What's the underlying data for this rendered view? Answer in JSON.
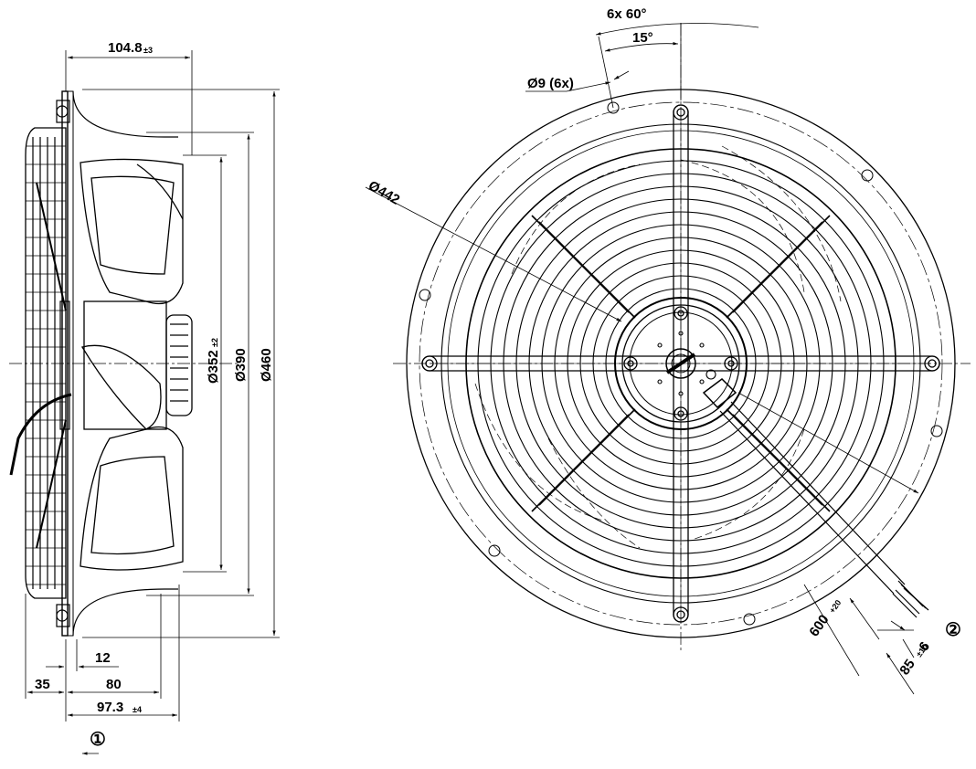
{
  "side_view": {
    "dims": {
      "overall_depth": {
        "value": "104.8",
        "tol": "±3"
      },
      "d_nozzle": {
        "value": "Ø352",
        "tol": "±2"
      },
      "d_390": "Ø390",
      "d_460": "Ø460",
      "dim_12": "12",
      "dim_35": "35",
      "dim_80": "80",
      "dim_97": {
        "value": "97.3",
        "tol": "±4"
      }
    },
    "callout": "①"
  },
  "front_view": {
    "dims": {
      "hole_pattern": "6x 60°",
      "angle": "15°",
      "holes": "Ø9 (6x)",
      "d_442": "Ø442",
      "cable_length": {
        "value": "600",
        "tol": "+20"
      },
      "dim_6": "6",
      "dim_85": {
        "value": "85",
        "tol": "±10"
      }
    },
    "callout": "②"
  }
}
